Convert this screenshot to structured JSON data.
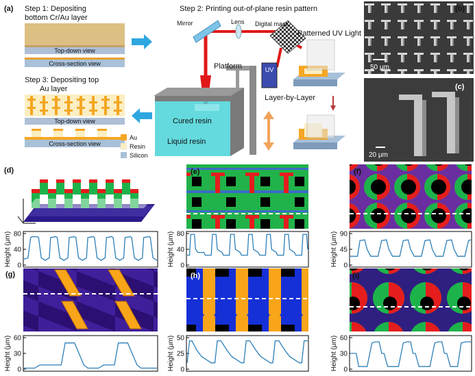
{
  "panel_labels": [
    "(a)",
    "(b)",
    "(c)",
    "(d)",
    "(e)",
    "(f)",
    "(g)",
    "(h)",
    "(i)"
  ],
  "steps": {
    "step1_line1": "Step 1: Depositing",
    "step1_line2": "bottom Cr/Au layer",
    "step2": "Step 2: Printing out-of-plane resin pattern",
    "step3_line1": "Step 3: Depositing top",
    "step3_line2": "Au layer"
  },
  "views": {
    "top_down": "Top-down view",
    "cross_section": "Cross-section view"
  },
  "legend": [
    {
      "label": "Au",
      "color": "#f5a623"
    },
    {
      "label": "Resin",
      "color": "#fbeec2"
    },
    {
      "label": "Silicon",
      "color": "#a8c1d8"
    }
  ],
  "printer": {
    "mirror": "Mirror",
    "lens": "Lens",
    "digital_mask": "Digital mask",
    "patterned_uv": "Patterned UV Light",
    "platform": "Platform",
    "uv": "UV",
    "layer_by_layer": "Layer-by-Layer",
    "cured_resin": "Cured resin",
    "liquid_resin": "Liquid resin"
  },
  "scale_bars": {
    "b": "50 μm",
    "c": "20 μm"
  },
  "y_axis_label": "Height (μm)",
  "colors": {
    "arrow": "#2ea7e0",
    "laser": "#e01818",
    "resin_bath": "#49d3d8",
    "profile_line": "#2c7fb8",
    "orange_arrow": "#f2a35b"
  },
  "chart_data": [
    {
      "panel": "d",
      "type": "line",
      "ylabel": "Height (μm)",
      "yticks": [
        0,
        40,
        80
      ],
      "ylim": [
        0,
        80
      ],
      "x": [
        0,
        3,
        5,
        6,
        10,
        11,
        13,
        16,
        19,
        20,
        24,
        25,
        27,
        30,
        33,
        34,
        38,
        39,
        41,
        44,
        47,
        48,
        52,
        53,
        55,
        58,
        61,
        62,
        66,
        67,
        69,
        72,
        75,
        76,
        80,
        81,
        83,
        86,
        89,
        90,
        94,
        95,
        97,
        100
      ],
      "y": [
        15,
        18,
        70,
        72,
        72,
        70,
        18,
        12,
        18,
        70,
        72,
        70,
        18,
        12,
        18,
        70,
        72,
        70,
        18,
        12,
        18,
        70,
        72,
        70,
        18,
        12,
        18,
        70,
        72,
        70,
        18,
        12,
        18,
        70,
        72,
        70,
        18,
        12,
        18,
        70,
        72,
        70,
        18,
        12
      ]
    },
    {
      "panel": "e",
      "type": "line",
      "ylabel": "Height (μm)",
      "yticks": [
        0,
        40,
        80
      ],
      "ylim": [
        0,
        80
      ],
      "x": [
        0,
        2,
        3,
        6,
        7,
        9,
        14,
        15,
        20,
        21,
        24,
        25,
        29,
        30,
        35,
        36,
        39,
        40,
        44,
        45,
        50,
        51,
        54,
        55,
        59,
        60,
        65,
        66,
        69,
        70,
        74,
        75,
        80,
        81,
        84,
        85,
        89,
        90,
        95,
        96,
        99,
        100
      ],
      "y": [
        25,
        25,
        78,
        78,
        40,
        32,
        32,
        25,
        25,
        78,
        78,
        40,
        32,
        25,
        25,
        78,
        78,
        40,
        32,
        25,
        25,
        78,
        78,
        40,
        32,
        25,
        25,
        78,
        78,
        40,
        32,
        25,
        25,
        78,
        78,
        40,
        32,
        25,
        25,
        78,
        78,
        40
      ]
    },
    {
      "panel": "f",
      "type": "line",
      "ylabel": "Height (μm)",
      "yticks": [
        0,
        45,
        90
      ],
      "ylim": [
        0,
        90
      ],
      "x": [
        0,
        3,
        6,
        8,
        12,
        14,
        17,
        20,
        23,
        26,
        30,
        32,
        35,
        38,
        41,
        44,
        48,
        50,
        53,
        56,
        59,
        62,
        66,
        68,
        71,
        74,
        77,
        80,
        84,
        86,
        89,
        92,
        95,
        98,
        100
      ],
      "y": [
        25,
        25,
        25,
        70,
        72,
        45,
        25,
        25,
        25,
        70,
        72,
        45,
        25,
        25,
        25,
        70,
        72,
        45,
        25,
        25,
        25,
        70,
        72,
        45,
        25,
        25,
        25,
        70,
        72,
        45,
        25,
        25,
        25,
        70,
        72
      ]
    },
    {
      "panel": "g",
      "type": "line",
      "ylabel": "Height (μm)",
      "yticks": [
        0,
        30,
        60
      ],
      "ylim": [
        0,
        60
      ],
      "x": [
        0,
        8,
        12,
        15,
        20,
        28,
        31,
        38,
        45,
        48,
        52,
        56,
        60,
        64,
        68,
        71,
        78,
        85,
        88,
        92,
        96,
        100
      ],
      "y": [
        2,
        2,
        8,
        8,
        8,
        8,
        50,
        50,
        8,
        2,
        2,
        2,
        8,
        8,
        8,
        50,
        50,
        8,
        2,
        2,
        2,
        2
      ]
    },
    {
      "panel": "h",
      "type": "line",
      "ylabel": "Height (μm)",
      "yticks": [
        0,
        25,
        50
      ],
      "ylim": [
        0,
        50
      ],
      "x": [
        0,
        2,
        4,
        8,
        12,
        16,
        20,
        23,
        25,
        28,
        33,
        37,
        41,
        45,
        47,
        49,
        52,
        57,
        61,
        65,
        69,
        71,
        73,
        76,
        81,
        85,
        89,
        93,
        95,
        97,
        100
      ],
      "y": [
        10,
        45,
        45,
        30,
        20,
        15,
        10,
        10,
        45,
        45,
        30,
        20,
        15,
        10,
        10,
        45,
        45,
        30,
        20,
        15,
        10,
        10,
        45,
        45,
        30,
        20,
        15,
        10,
        10,
        45,
        45
      ]
    },
    {
      "panel": "i",
      "type": "line",
      "ylabel": "Height (μm)",
      "yticks": [
        0,
        30,
        60
      ],
      "ylim": [
        0,
        60
      ],
      "x": [
        0,
        5,
        7,
        11,
        14,
        18,
        21,
        24,
        26,
        28,
        31,
        34,
        37,
        40,
        44,
        47,
        50,
        52,
        54,
        57,
        60,
        63,
        66,
        70,
        73,
        76,
        78,
        80,
        83,
        86,
        89,
        92,
        96,
        100
      ],
      "y": [
        30,
        30,
        5,
        5,
        5,
        50,
        52,
        52,
        30,
        30,
        5,
        5,
        5,
        5,
        50,
        52,
        52,
        30,
        30,
        5,
        5,
        5,
        5,
        50,
        52,
        52,
        30,
        30,
        5,
        5,
        5,
        50,
        52,
        52
      ]
    }
  ]
}
